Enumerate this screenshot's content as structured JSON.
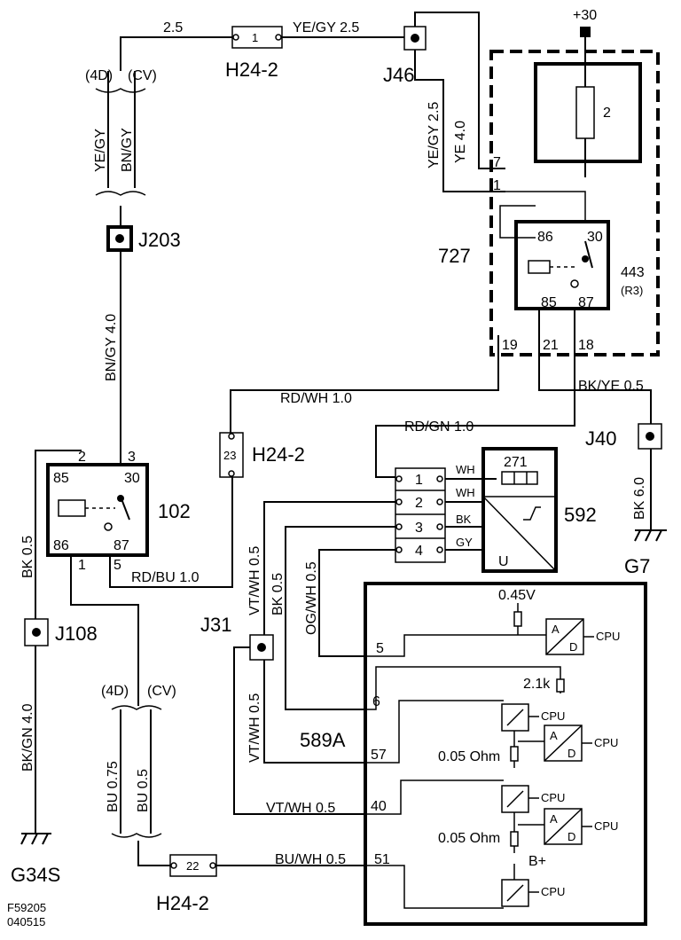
{
  "labels": {
    "plus30": "+30",
    "h24_2_top": "H24-2",
    "h24_2_mid": "H24-2",
    "h24_2_bot": "H24-2",
    "j46": "J46",
    "j203": "J203",
    "j108": "J108",
    "j31": "J31",
    "j40": "J40",
    "g7": "G7",
    "g34s": "G34S",
    "c727": "727",
    "c102": "102",
    "c592": "592",
    "c589a": "589A",
    "c443": "443",
    "r3": "(R3)",
    "c271": "271",
    "fig_id": "F59205",
    "fig_date": "040515"
  },
  "pins": {
    "fuse_top": "1",
    "fuse_mid": "23",
    "fuse_bot": "22",
    "relay443": [
      "86",
      "30",
      "85",
      "87"
    ],
    "relay102": [
      "85",
      "30",
      "86",
      "87"
    ],
    "r102_ext": [
      "2",
      "3",
      "1",
      "5"
    ],
    "c727_pins": [
      "7",
      "1",
      "19",
      "21",
      "18"
    ],
    "fuse_2": "2",
    "conn4": [
      "1",
      "2",
      "3",
      "4"
    ],
    "c589a_pins": [
      "5",
      "6",
      "57",
      "40",
      "51"
    ],
    "c592_u": "U"
  },
  "wires": {
    "top_left_size": "2.5",
    "ye_gy_25": "YE/GY  2.5",
    "v_ye_gy_25": "YE/GY  2.5",
    "v_ye_40": "YE 4.0",
    "v_4d": "(4D)",
    "v_cv": "(CV)",
    "v_ye_gy": "YE/GY",
    "v_bn_gy": "BN/GY",
    "bn_gy_40": "BN/GY  4.0",
    "rd_wh_10": "RD/WH 1.0",
    "rd_gn_10": "RD/GN  1.0",
    "bk_ye_05": "BK/YE  0.5",
    "bk_60": "BK  6.0",
    "bk_05": "BK    0.5",
    "bk_gn_40": "BK/GN  4.0",
    "rd_bu_10": "RD/BU       1.0",
    "vt_wh_05_a": "VT/WH  0.5",
    "bk_05_b": "BK  0.5",
    "og_wh_05": "OG/WH 0.5",
    "vt_wh_05_b": "VT/WH   0.5",
    "vt_wh_05_c": "VT/WH   0.5",
    "bu_wh_05": "BU/WH  0.5",
    "b_4d": "(4D)",
    "b_cv": "(CV)",
    "bu_075": "BU    0.75",
    "bu_05": "BU    0.5",
    "wh1": "WH",
    "wh2": "WH",
    "bk": "BK",
    "gy": "GY"
  },
  "internal": {
    "v045": "0.45V",
    "r21k": "2.1k",
    "ohm1": "0.05 Ohm",
    "ohm2": "0.05 Ohm",
    "bplus": "B+",
    "cpu": "CPU",
    "a": "A",
    "d": "D"
  }
}
